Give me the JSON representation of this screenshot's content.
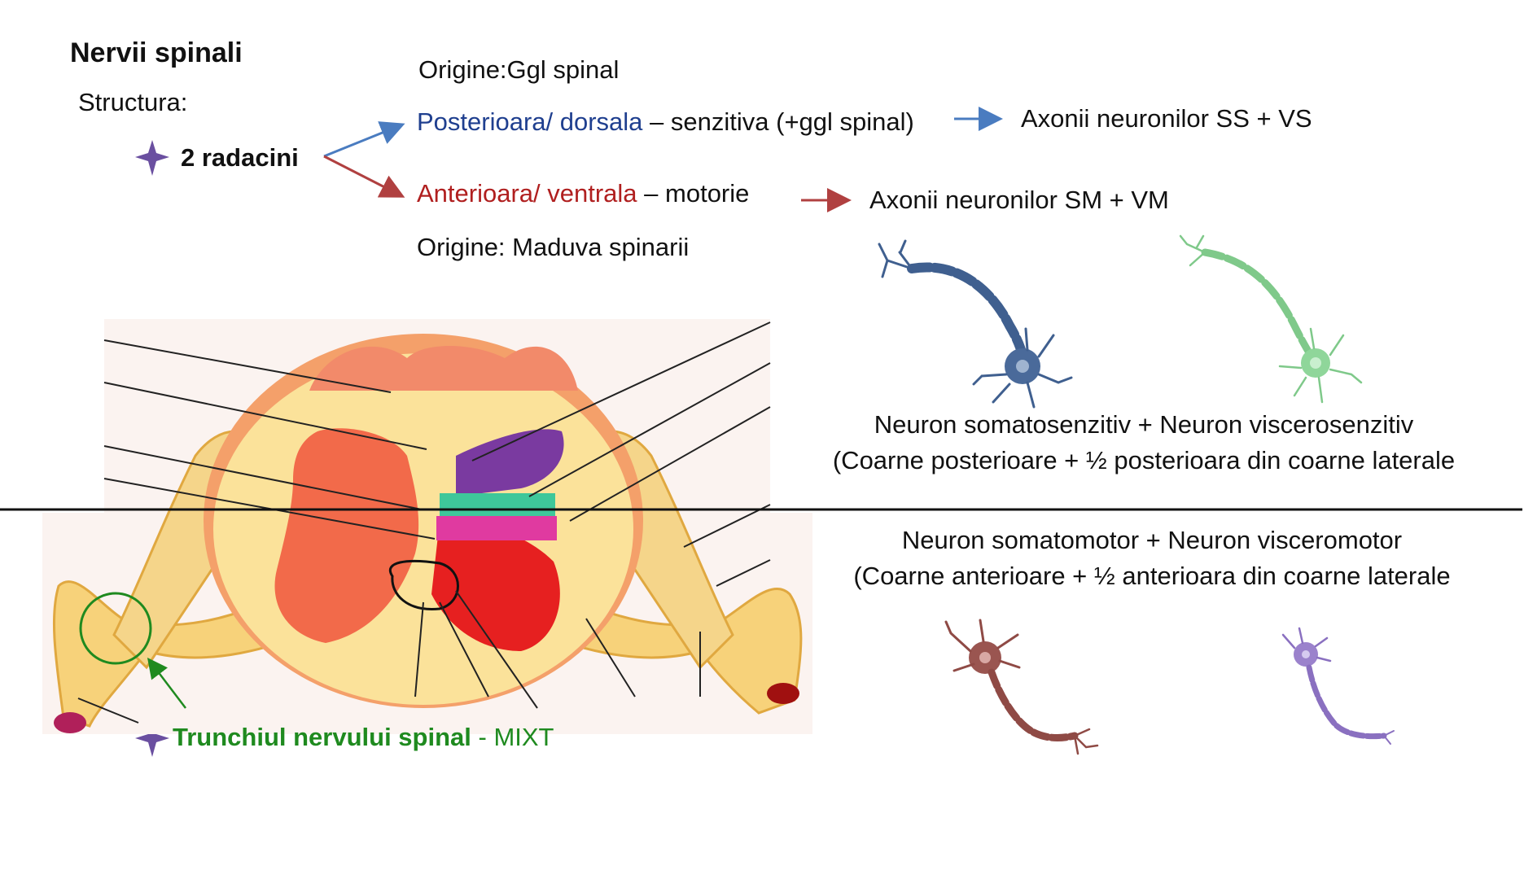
{
  "slide": {
    "title": "Nervii spinali",
    "structure_label": "Structura:",
    "roots_label": "2 radacini",
    "origin_posterior": "Origine:Ggl spinal",
    "posterior": {
      "name": "Posterioara/ dorsala",
      "desc": " – senzitiva (+ggl spinal)"
    },
    "posterior_target": "Axonii neuronilor SS + VS",
    "anterior": {
      "name": "Anterioara/ ventrala",
      "desc": " – motorie"
    },
    "anterior_target": "Axonii neuronilor SM + VM",
    "origin_anterior": "Origine: Maduva spinarii",
    "sensory_caption_line1": "Neuron somatosenzitiv + Neuron viscerosenzitiv",
    "sensory_caption_line2": "(Coarne posterioare  +  ½ posterioara din coarne laterale",
    "motor_caption_line1": "Neuron somatomotor + Neuron visceromotor",
    "motor_caption_line2": "(Coarne anterioare +  ½ anterioara din coarne laterale",
    "trunk": {
      "name": "Trunchiul nervului spinal",
      "desc": " - MIXT"
    }
  },
  "colors": {
    "posterior_blue": "#1f3f8f",
    "anterior_red": "#b01f1f",
    "trunk_green": "#1f8a1f",
    "star_purple": "#6a4fa0",
    "neuron_somatosensory": "#3f5f8f",
    "neuron_viscerosensory": "#7fc98a",
    "neuron_somatomotor": "#8f4a45",
    "neuron_visceromotor": "#8a70c0"
  },
  "icons": [
    "star-bullet-icon",
    "arrow-right-icon"
  ]
}
